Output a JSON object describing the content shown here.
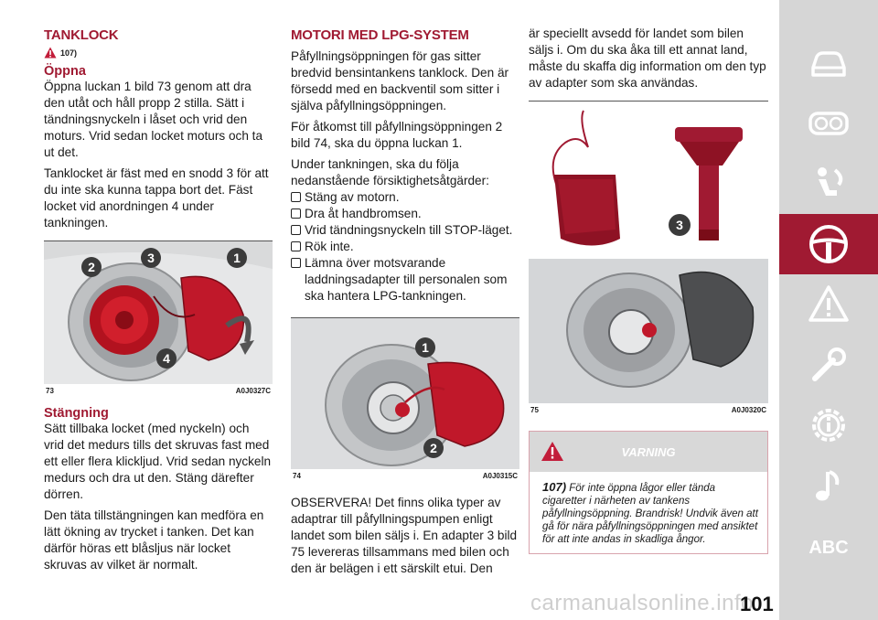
{
  "col1": {
    "title": "TANKLOCK",
    "note_ref": "107)",
    "open_title": "Öppna",
    "open_text": "Öppna luckan 1 bild 73 genom att dra den utåt och håll propp 2 stilla. Sätt i tändningsnyckeln i låset och vrid den moturs. Vrid sedan locket moturs och ta ut det.",
    "open_text2": "Tanklocket är fäst med en snodd 3 för att du inte ska kunna tappa bort det. Fäst locket vid anordningen 4 under tankningen.",
    "fig": {
      "num": "73",
      "code": "A0J0327C",
      "labels": [
        "1",
        "2",
        "3",
        "4"
      ]
    },
    "close_title": "Stängning",
    "close_text": "Sätt tillbaka locket (med nyckeln) och vrid det medurs tills det skruvas fast med ett eller flera klickljud. Vrid sedan nyckeln medurs och dra ut den. Stäng därefter dörren.",
    "close_text2": "Den täta tillstängningen kan medföra en lätt ökning av trycket i tanken. Det kan därför höras ett blåsljus när locket skruvas av vilket är normalt."
  },
  "col2": {
    "title": "MOTORI MED LPG-SYSTEM",
    "p1": "Påfyllningsöppningen för gas sitter bredvid bensintankens tanklock. Den är försedd med en backventil som sitter i själva påfyllningsöppningen.",
    "p2": "För åtkomst till påfyllningsöppningen 2 bild 74, ska du öppna luckan 1.",
    "p3": "Under tankningen, ska du följa nedanstående försiktighetsåtgärder:",
    "bullets": [
      "Stäng av motorn.",
      "Dra åt handbromsen.",
      "Vrid tändningsnyckeln till STOP-läget.",
      "Rök inte."
    ],
    "bullet5": "Lämna över motsvarande laddningsadapter till personalen som ska hantera LPG-tankningen.",
    "fig": {
      "num": "74",
      "code": "A0J0315C",
      "labels": [
        "1",
        "2"
      ]
    },
    "obs": "OBSERVERA! Det finns olika typer av adaptrar till påfyllningspumpen enligt landet som bilen säljs i. En adapter 3 bild 75 levereras tillsammans med bilen och den är belägen i ett särskilt etui. Den"
  },
  "col3": {
    "p1": "är speciellt avsedd för landet som bilen säljs i. Om du ska åka till ett annat land, måste du skaffa dig information om den typ av adapter som ska användas.",
    "fig": {
      "num": "75",
      "code": "A0J0320C",
      "labels": [
        "3"
      ]
    },
    "warning": {
      "title": "VARNING",
      "num": "107)",
      "text": "För inte öppna lågor eller tända cigaretter i närheten av tankens påfyllningsöppning. Brandrisk! Undvik även att gå för nära påfyllningsöppningen med ansiktet för att inte andas in skadliga ångor."
    }
  },
  "page_number": "101",
  "watermark": "carmanualsonline.info",
  "sidebar": {
    "icons": [
      "car-icon",
      "dashboard-icon",
      "seat-airbag-icon",
      "steering-wheel-icon",
      "warning-triangle-icon",
      "wrench-icon",
      "gear-info-icon",
      "music-note-icon"
    ],
    "abc_label": "ABC",
    "active_index": 3,
    "active_color": "#a01a32"
  },
  "colors": {
    "accent": "#a01a32",
    "sidebar_bg": "#d6d6d6"
  }
}
